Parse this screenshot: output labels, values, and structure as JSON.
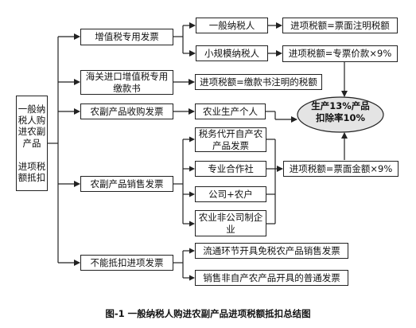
{
  "root": {
    "text": "一般纳税人购进农副产品\n\n进项税额抵扣"
  },
  "categories": [
    {
      "id": "vat",
      "text": "增值税专用发票"
    },
    {
      "id": "customs",
      "text": "海关进口增值税专用缴款书"
    },
    {
      "id": "purchase",
      "text": "农副产品收购发票"
    },
    {
      "id": "sales",
      "text": "农副产品销售发票"
    },
    {
      "id": "nondeduct",
      "text": "不能抵扣进项发票"
    }
  ],
  "taxpayers": [
    {
      "id": "general",
      "text": "一般纳税人"
    },
    {
      "id": "small",
      "text": "小规模纳税人"
    }
  ],
  "rules": [
    {
      "id": "rule-vat-general",
      "text": "进项税额=票面注明税额"
    },
    {
      "id": "rule-vat-small",
      "text": "进项税额=专票价款×9%"
    },
    {
      "id": "rule-customs",
      "text": "进项税额=缴款书注明的税额"
    },
    {
      "id": "rule-sales",
      "text": "进项税额=票面金额×9%"
    }
  ],
  "sellers": [
    {
      "id": "producer",
      "text": "农业生产个人"
    },
    {
      "id": "tax-agent",
      "text": "税务代开自产农产品发票"
    },
    {
      "id": "coop",
      "text": "专业合作社"
    },
    {
      "id": "company-farmer",
      "text": "公司+农户"
    },
    {
      "id": "non-company",
      "text": "农业非公司制企业"
    }
  ],
  "nondeductible": [
    {
      "id": "circulation",
      "text": "流通环节开具免税农产品销售发票"
    },
    {
      "id": "non-self",
      "text": "销售非自产农产品开具的普通发票"
    }
  ],
  "ellipse": {
    "text": "生产13%产品\n扣除率10%"
  },
  "caption": "图-1 一般纳税人购进农副产品进项税额抵扣总结图"
}
